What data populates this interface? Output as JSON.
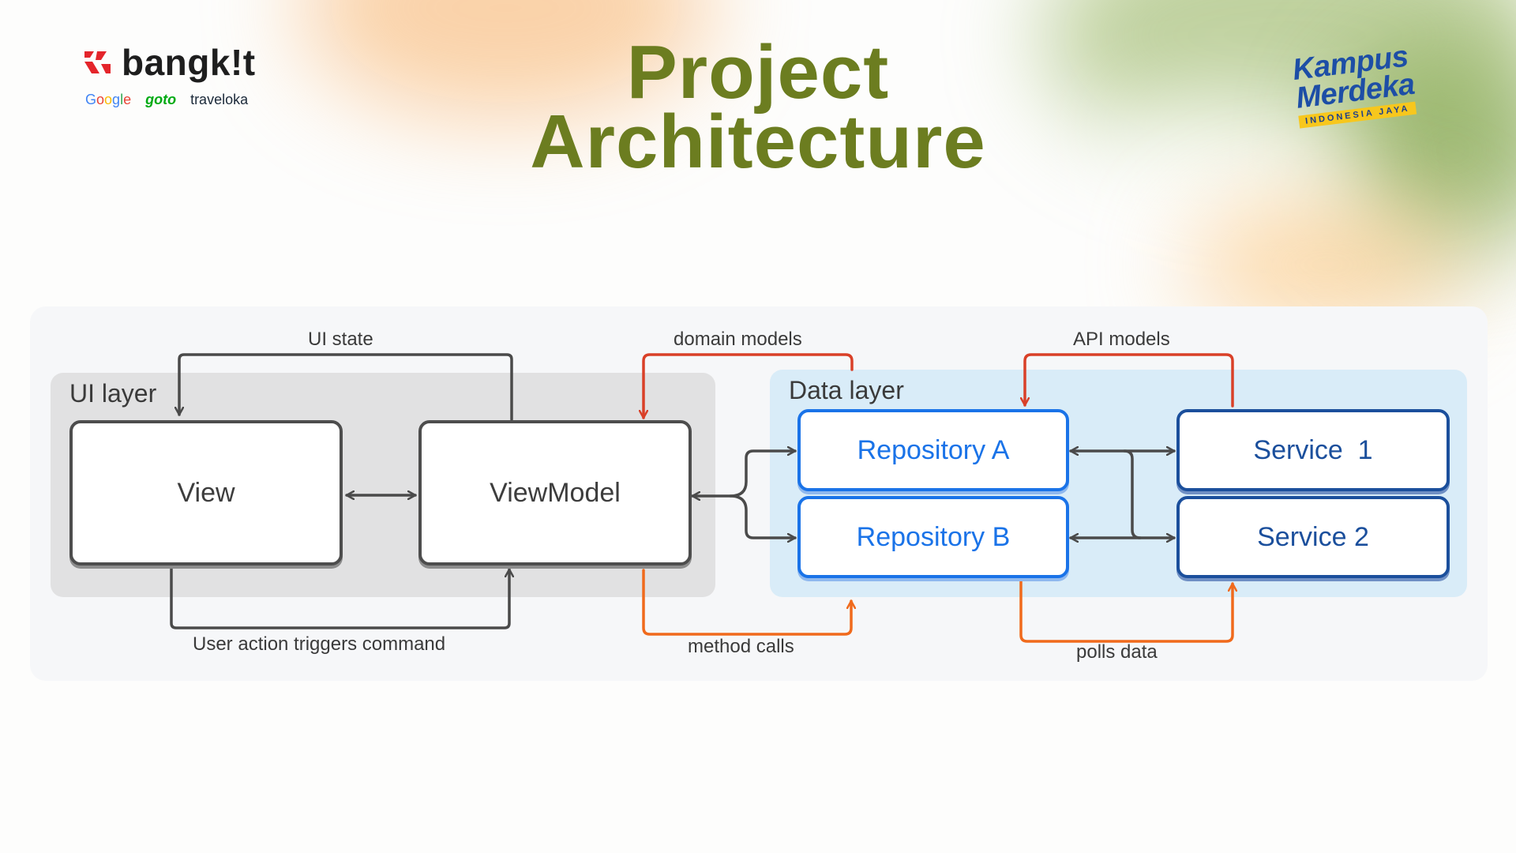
{
  "brand_left": {
    "name": "bangk!t",
    "partners": [
      "Google",
      "goto",
      "traveloka"
    ]
  },
  "title": {
    "line1": "Project",
    "line2": "Architecture"
  },
  "brand_right": {
    "line1": "Kampus",
    "line2": "Merdeka",
    "tagline": "INDONESIA JAYA"
  },
  "diagram": {
    "ui_layer": {
      "label": "UI layer",
      "view": "View",
      "viewmodel": "ViewModel"
    },
    "data_layer": {
      "label": "Data layer",
      "repository_a": "Repository A",
      "repository_b": "Repository B",
      "service_1": "Service  1",
      "service_2": "Service 2"
    },
    "edges": {
      "ui_state": "UI state",
      "user_action": "User action triggers command",
      "domain_models": "domain models",
      "method_calls": "method calls",
      "api_models": "API models",
      "polls_data": "polls data"
    }
  },
  "colors": {
    "title": "#6c7d20",
    "repository": "#1a73e8",
    "service": "#1b4f9c",
    "red_arrow": "#d94028",
    "orange_arrow": "#f06a1c",
    "dark_arrow": "#4a4a4a",
    "ui_layer_bg": "#e1e1e2",
    "data_layer_bg": "#d9ecf8"
  }
}
